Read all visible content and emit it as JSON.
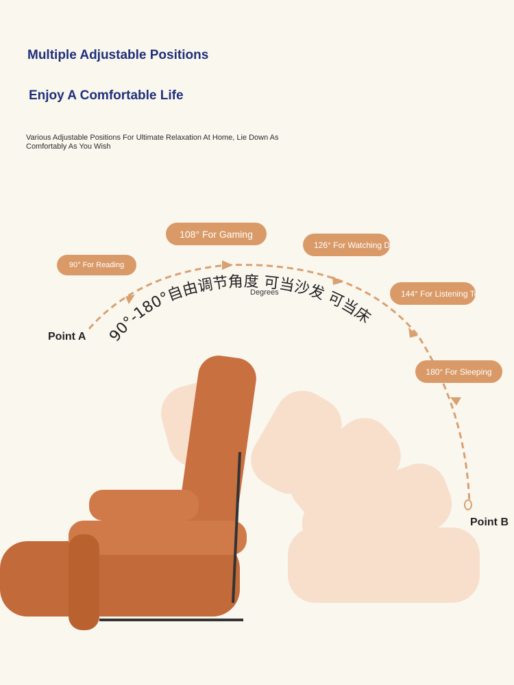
{
  "header": {
    "title": "Multiple Adjustable Positions",
    "subtitle": "Enjoy A Comfortable Life",
    "description": "Various Adjustable Positions For Ultimate Relaxation At Home, Lie Down As Comfortably As You Wish"
  },
  "positions": [
    {
      "label": "90° For Reading"
    },
    {
      "label": "108° For Gaming"
    },
    {
      "label": "126° For Watching D"
    },
    {
      "label": "144° For Listening To"
    },
    {
      "label": "180° For Sleeping"
    }
  ],
  "arc_text": "90°-180°自由调节角度 可当沙发 可当床",
  "arc_overlay": "Degrees",
  "point_a": "Point A",
  "point_b": "Point B",
  "colors": {
    "accent": "#d99a68",
    "title": "#1f2f7a",
    "background": "#faf7ef",
    "chair": "#c8703f"
  }
}
